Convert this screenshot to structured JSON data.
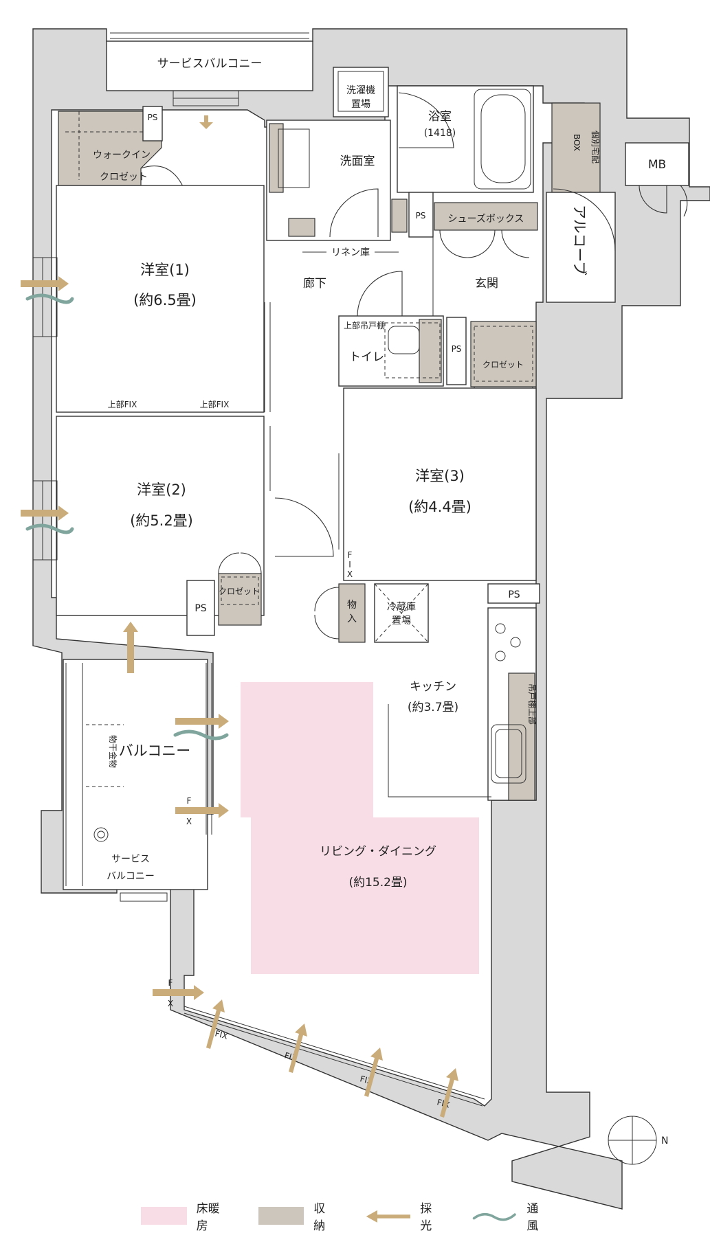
{
  "labels": {
    "service_balcony_top": "サービスバルコニー",
    "laundry": "洗濯機置場",
    "laundry_line1": "洗濯機",
    "laundry_line2": "置場",
    "bath": "浴室",
    "bath_size": "(1418)",
    "washroom": "洗面室",
    "parcel_box_line1": "個別宅配",
    "parcel_box_line2": "BOX",
    "mb": "MB",
    "alcove": "アルコーブ",
    "walkin_line1": "ウォークイン",
    "walkin_line2": "クロゼット",
    "ps": "PS",
    "shoe_box": "シューズボックス",
    "linen": "リネン庫",
    "room1_name": "洋室(1)",
    "room1_size": "(約6.5畳)",
    "hallway": "廊下",
    "entrance": "玄関",
    "upper_cabinet": "上部吊戸棚",
    "toilet": "トイレ",
    "closet": "クロゼット",
    "upper_fix": "上部FIX",
    "room2_name": "洋室(2)",
    "room2_size": "(約5.2畳)",
    "room3_name": "洋室(3)",
    "room3_size": "(約4.4畳)",
    "fix": "FIX",
    "fix_f": "F",
    "fix_i": "I",
    "fix_x": "X",
    "storage_line1": "物",
    "storage_line2": "入",
    "fridge_line1": "冷蔵庫",
    "fridge_line2": "置場",
    "kitchen_name": "キッチン",
    "kitchen_size": "(約3.7畳)",
    "kitchen_upper_cabinet": "吊戸棚上部",
    "balcony": "バルコニー",
    "drying_hardware": "物干金物",
    "service_balcony_line1": "サービス",
    "service_balcony_line2": "バルコニー",
    "ldk_name": "リビング・ダイニング",
    "ldk_size": "(約15.2畳)",
    "compass_n": "N"
  },
  "legend": [
    {
      "label": "床暖房",
      "color": "#f8dde7"
    },
    {
      "label": "収納",
      "color": "#cdc6bd"
    },
    {
      "label": "採光",
      "icon": "light-arrow-icon",
      "color": "#c9ac7a"
    },
    {
      "label": "通風",
      "icon": "wind-wave-icon",
      "color": "#7fa59c"
    }
  ],
  "colors": {
    "floor_heating": "#f8dde7",
    "storage": "#cdc6bd",
    "light": "#c9ac7a",
    "wind": "#7fa59c",
    "wall": "#d9d9d9"
  }
}
